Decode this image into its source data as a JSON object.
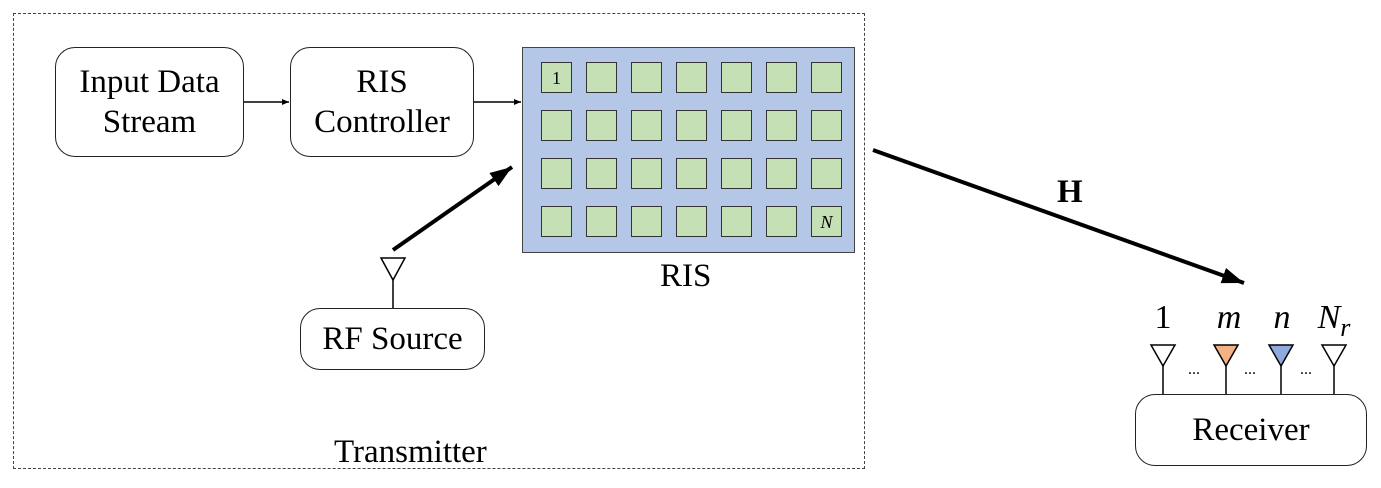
{
  "transmitter": {
    "label": "Transmitter",
    "input_data": {
      "line1": "Input Data",
      "line2": "Stream"
    },
    "ris_controller": {
      "line1": "RIS",
      "line2": "Controller"
    },
    "rf_source": {
      "label": "RF Source"
    },
    "ris": {
      "label": "RIS",
      "rows": 4,
      "cols": 7,
      "first_element_label": "1",
      "last_element_label": "N",
      "panel_color": "#b4c7e7",
      "element_color": "#c5e0b4"
    }
  },
  "channel": {
    "label": "H"
  },
  "receiver": {
    "label": "Receiver",
    "antennas": [
      {
        "label": "1",
        "color": "#ffffff"
      },
      {
        "label": "m",
        "color": "#f4b183"
      },
      {
        "label": "n",
        "color": "#8faadc"
      },
      {
        "label": "N",
        "subscript": "r",
        "color": "#ffffff"
      }
    ],
    "separator": "..."
  }
}
